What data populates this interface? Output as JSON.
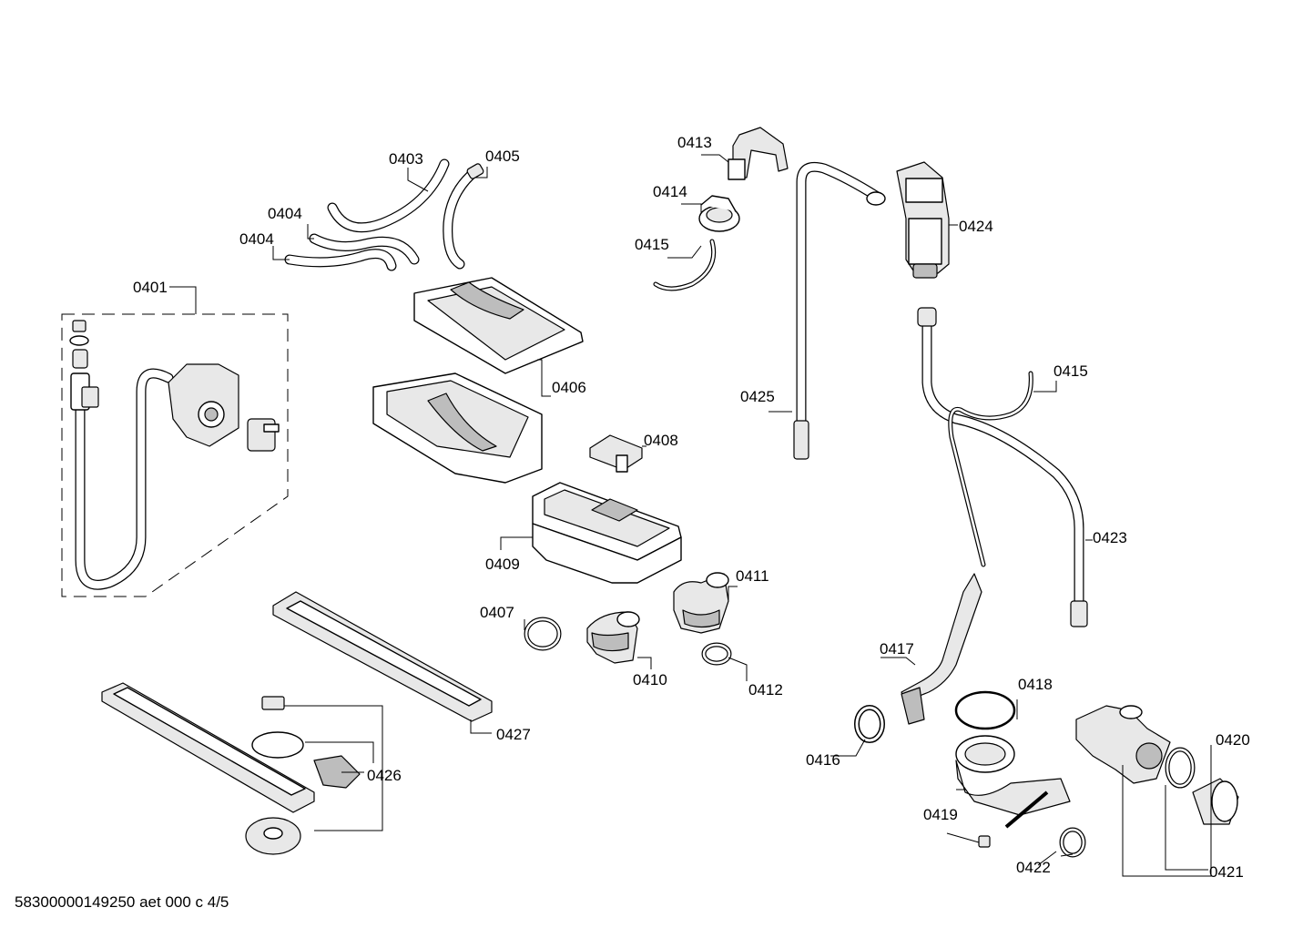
{
  "footer_code": "58300000149250 aet 000 c 4/5",
  "labels": {
    "p0401": "0401",
    "p0403": "0403",
    "p0404a": "0404",
    "p0404b": "0404",
    "p0405": "0405",
    "p0406": "0406",
    "p0407": "0407",
    "p0408": "0408",
    "p0409": "0409",
    "p0410": "0410",
    "p0411": "0411",
    "p0412": "0412",
    "p0413": "0413",
    "p0414": "0414",
    "p0415a": "0415",
    "p0415b": "0415",
    "p0416": "0416",
    "p0417": "0417",
    "p0418": "0418",
    "p0419": "0419",
    "p0420": "0420",
    "p0421": "0421",
    "p0422": "0422",
    "p0423": "0423",
    "p0424": "0424",
    "p0425": "0425",
    "p0426": "0426",
    "p0427": "0427"
  }
}
